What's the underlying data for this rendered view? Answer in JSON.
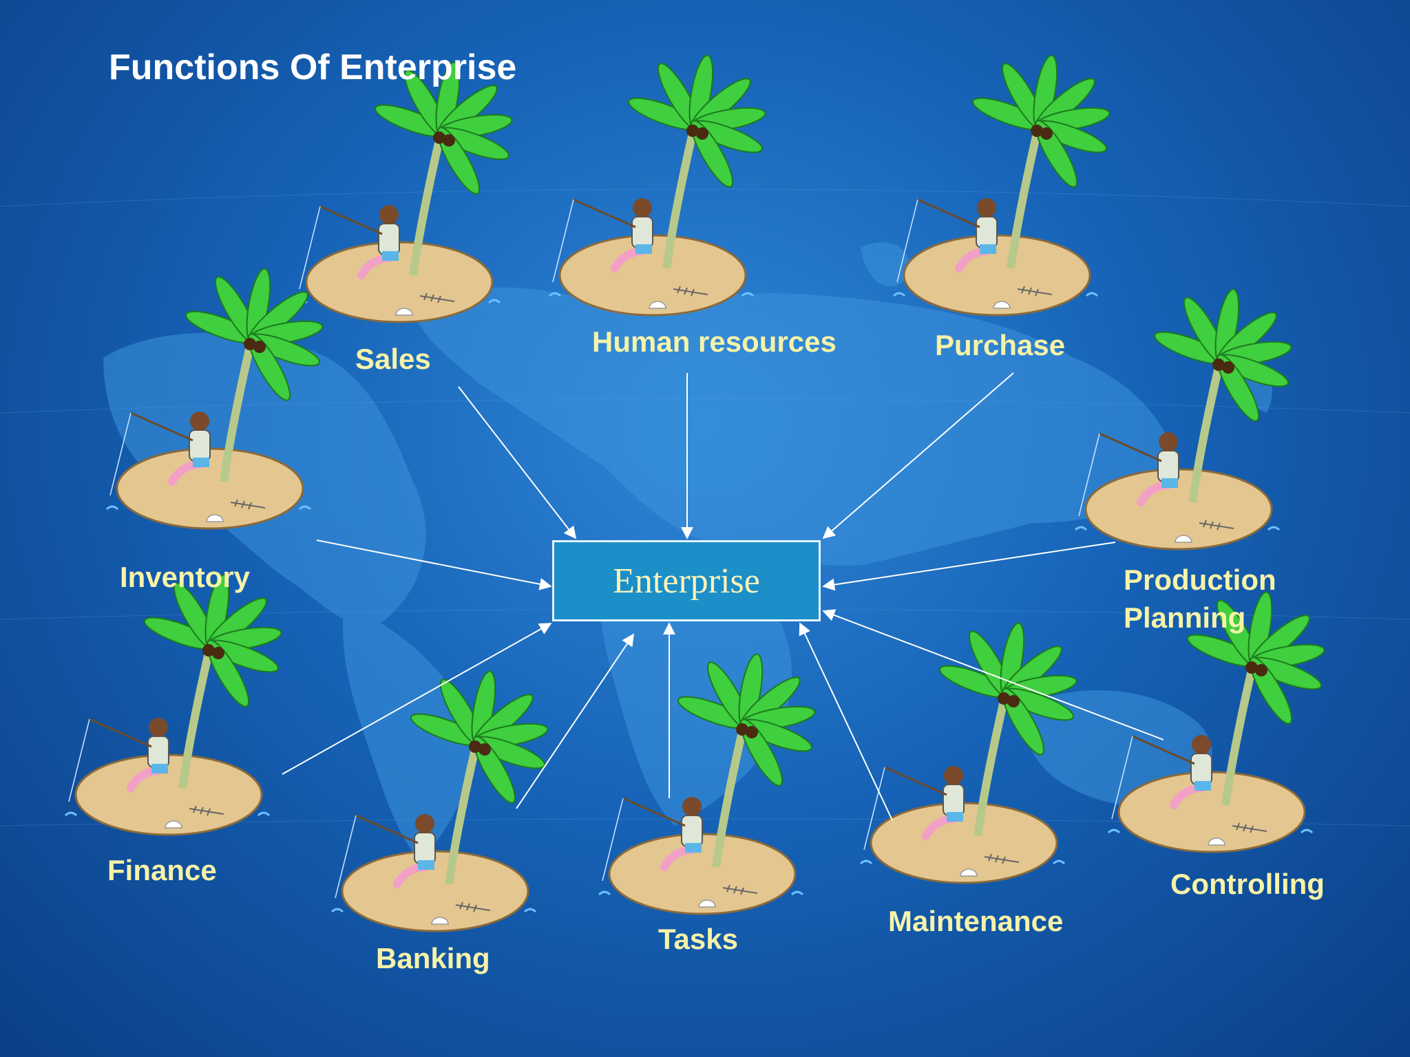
{
  "title": "Functions Of Enterprise",
  "center": {
    "label": "Enterprise"
  },
  "functions": [
    {
      "id": "sales",
      "label": "Sales"
    },
    {
      "id": "human-resources",
      "label": "Human resources"
    },
    {
      "id": "purchase",
      "label": "Purchase"
    },
    {
      "id": "inventory",
      "label": "Inventory"
    },
    {
      "id": "production-planning",
      "label_lines": [
        "Production",
        "Planning"
      ]
    },
    {
      "id": "finance",
      "label": "Finance"
    },
    {
      "id": "banking",
      "label": "Banking"
    },
    {
      "id": "tasks",
      "label": "Tasks"
    },
    {
      "id": "maintenance",
      "label": "Maintenance"
    },
    {
      "id": "controlling",
      "label": "Controlling"
    }
  ],
  "colors": {
    "label_text": "#f6f3a8",
    "title_text": "#ffffff",
    "box_fill": "#1c8fc8",
    "box_border": "#e6f7ff",
    "arrow": "#ffffff"
  },
  "icons": [
    "palm-tree-island-icon",
    "world-map-background"
  ]
}
